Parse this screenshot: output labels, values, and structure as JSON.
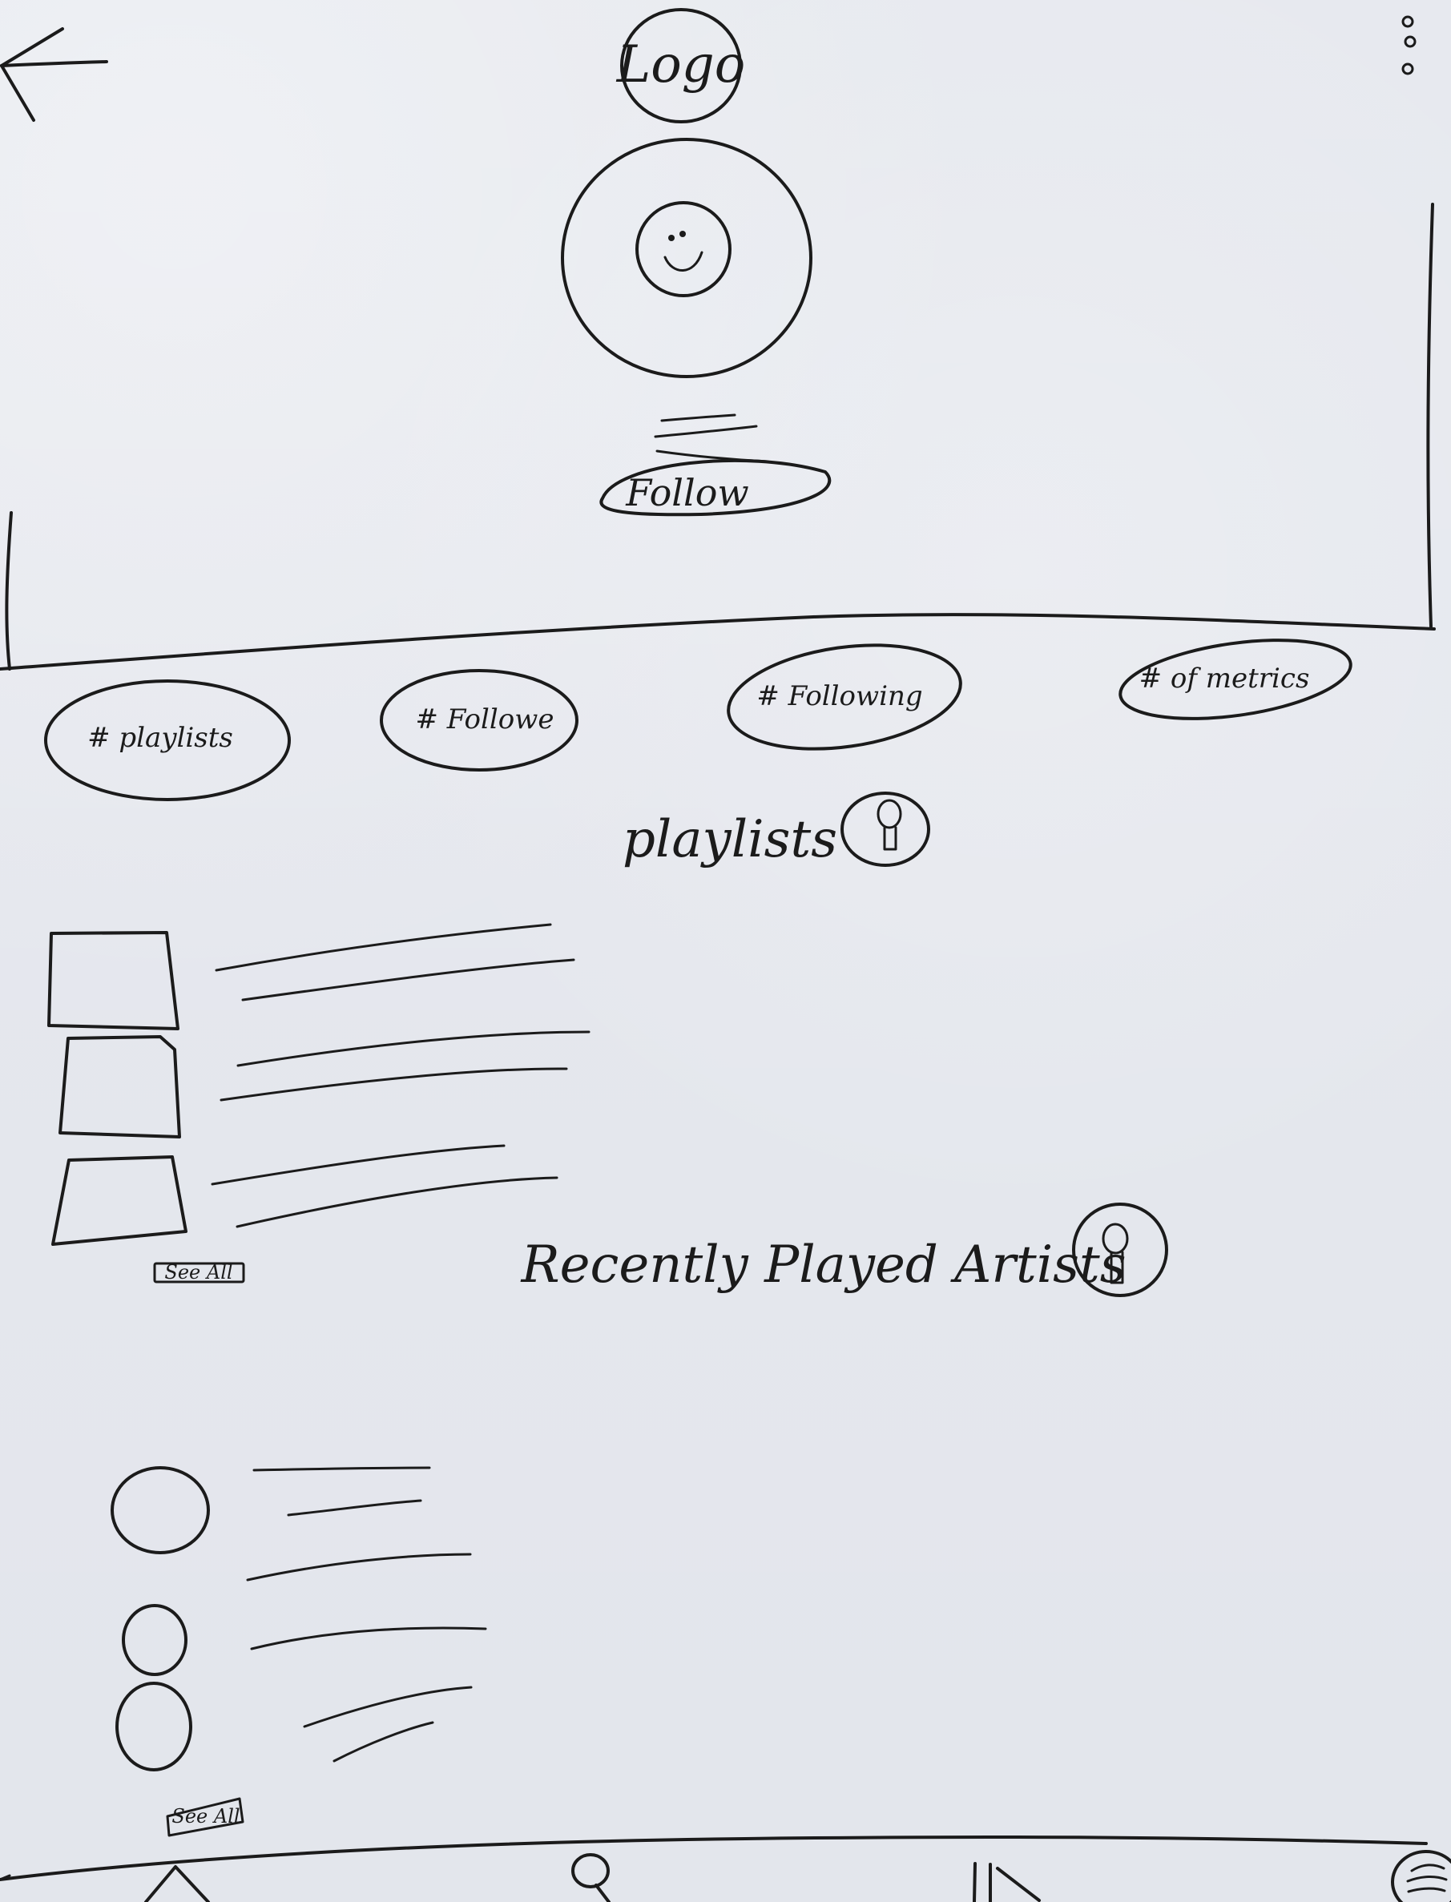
{
  "header": {
    "logo": "Logo",
    "follow_button": "Follow"
  },
  "stats": [
    {
      "label": "# playlists"
    },
    {
      "label": "# Followe"
    },
    {
      "label": "# Following"
    },
    {
      "label": "# of metrics"
    }
  ],
  "sections": {
    "playlists_title": "playlists",
    "recent_artists_title": "Recently Played Artists",
    "see_all_playlists": "See All",
    "see_all_artists": "See All"
  },
  "icons": {
    "back": "back-arrow-icon",
    "more": "more-vertical-icon",
    "avatar": "smiley-avatar-icon",
    "section_info": "info-key-icon",
    "home": "home-icon",
    "search": "search-icon",
    "library": "library-icon",
    "menu": "menu-icon"
  }
}
